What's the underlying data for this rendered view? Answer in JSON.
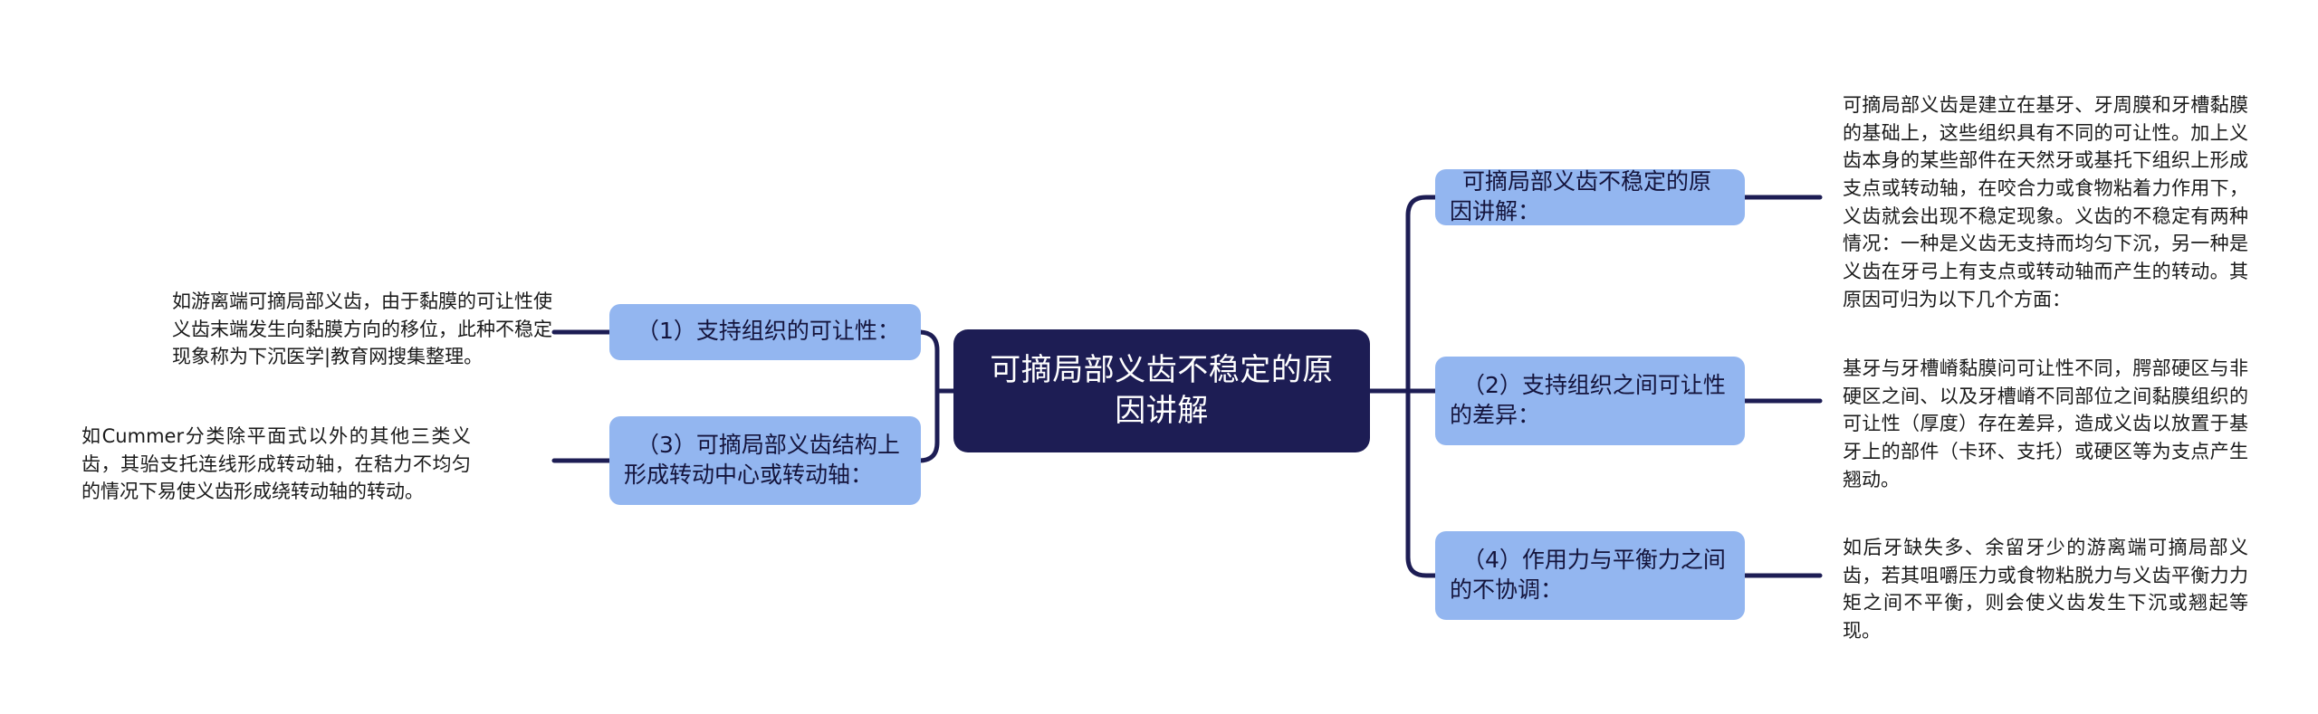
{
  "colors": {
    "root_fill": "#1d1d54",
    "root_text": "#ffffff",
    "branch_fill": "#93b6f0",
    "branch_text": "#14143c",
    "link_stroke": "#1d1d54",
    "body_text": "#1a1a1a",
    "background": "#ffffff"
  },
  "root": {
    "label": "可摘局部义齿不稳定的原因讲解"
  },
  "branches_right": [
    {
      "label": "可摘局部义齿不稳定的原因讲解："
    },
    {
      "label": "（2）支持组织之间可让性的差异："
    },
    {
      "label": "（4）作用力与平衡力之间的不协调："
    }
  ],
  "branches_left": [
    {
      "label": "（1）支持组织的可让性："
    },
    {
      "label": "（3）可摘局部义齿结构上形成转动中心或转动轴："
    }
  ],
  "leaves_right": [
    {
      "text": "可摘局部义齿是建立在基牙、牙周膜和牙槽黏膜的基础上，这些组织具有不同的可让性。加上义齿本身的某些部件在天然牙或基托下组织上形成支点或转动轴，在咬合力或食物粘着力作用下，义齿就会出现不稳定现象。义齿的不稳定有两种情况：一种是义齿无支持而均匀下沉，另一种是义齿在牙弓上有支点或转动轴而产生的转动。其原因可归为以下几个方面："
    },
    {
      "text": "基牙与牙槽嵴黏膜问可让性不同，腭部硬区与非硬区之间、以及牙槽嵴不同部位之间黏膜组织的可让性（厚度）存在差异，造成义齿以放置于基牙上的部件（卡环、支托）或硬区等为支点产生翘动。"
    },
    {
      "text": "如后牙缺失多、余留牙少的游离端可摘局部义齿，若其咀嚼压力或食物粘脱力与义齿平衡力力矩之间不平衡，则会使义齿发生下沉或翘起等现。"
    }
  ],
  "leaves_left": [
    {
      "text": "如游离端可摘局部义齿，由于黏膜的可让性使义齿末端发生向黏膜方向的移位，此种不稳定现象称为下沉医学|教育网搜集整理。"
    },
    {
      "text": "如Cummer分类除平面式以外的其他三类义齿，其骀支托连线形成转动轴，在秸力不均匀的情况下易使义齿形成绕转动轴的转动。"
    }
  ]
}
